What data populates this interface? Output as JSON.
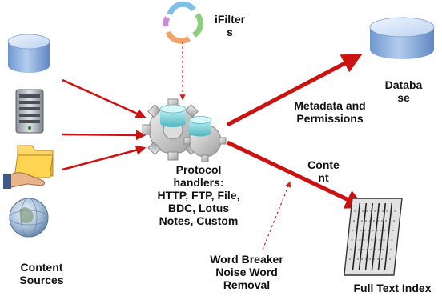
{
  "labels": {
    "ifilters": [
      "iFilter",
      "s"
    ],
    "database": [
      "Databa",
      "se"
    ],
    "metadata": [
      "Metadata and",
      "Permissions"
    ],
    "content": [
      "Conte",
      "nt"
    ],
    "protocol": [
      "Protocol",
      "handlers:",
      "HTTP, FTP, File,",
      "BDC, Lotus",
      "Notes, Custom"
    ],
    "word_breaker": [
      "Word Breaker",
      "Noise Word",
      "Removal"
    ],
    "content_sources": [
      "Content",
      "Sources"
    ],
    "full_text_index": [
      "Full Text Index"
    ]
  },
  "colors": {
    "arrow": "#cc1111",
    "dashed_arrow": "#cc2222",
    "cylinder_top": "#d4e4f7",
    "cylinder_body": "#8fb1dc",
    "gear": "#c8c8c8"
  },
  "icons": [
    "cylinder-icon",
    "server-icon",
    "folder-hand-icon",
    "globe-icon",
    "ifilter-cycle-icon",
    "gears-icon",
    "database-icon",
    "index-grid-icon"
  ]
}
